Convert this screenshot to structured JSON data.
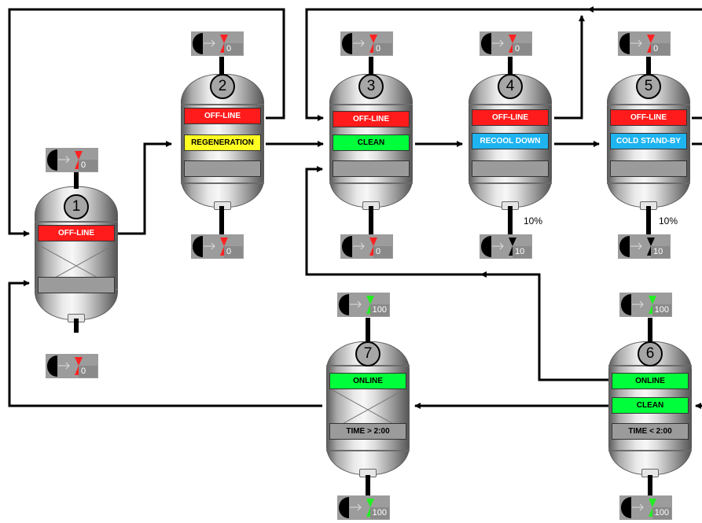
{
  "colors": {
    "offline": "#ff1b1b",
    "regeneration": "#ffff22",
    "online": "#00ff3a",
    "cooldown": "#1db4f0",
    "valve_open": "#22ee22",
    "valve_closed": "#ff2222",
    "valve_throttled": "#000000"
  },
  "vessels": [
    {
      "number": "1",
      "status": "OFF-LINE",
      "step": "",
      "extra": ""
    },
    {
      "number": "2",
      "status": "OFF-LINE",
      "step": "REGENERATION",
      "extra": ""
    },
    {
      "number": "3",
      "status": "OFF-LINE",
      "step": "CLEAN",
      "extra": ""
    },
    {
      "number": "4",
      "status": "OFF-LINE",
      "step": "RECOOL DOWN",
      "extra": "",
      "outlet_percent": "10%"
    },
    {
      "number": "5",
      "status": "OFF-LINE",
      "step": "COLD STAND-BY",
      "extra": "",
      "outlet_percent": "10%"
    },
    {
      "number": "6",
      "status": "ONLINE",
      "step": "CLEAN",
      "extra": "TIME < 2:00"
    },
    {
      "number": "7",
      "status": "ONLINE",
      "step": "",
      "extra": "TIME > 2:00"
    }
  ],
  "valves": {
    "v1_top": {
      "value": "0",
      "state": "closed"
    },
    "v1_bottom": {
      "value": "0",
      "state": "closed"
    },
    "v2_top": {
      "value": "0",
      "state": "closed"
    },
    "v2_bottom": {
      "value": "0",
      "state": "closed"
    },
    "v3_top": {
      "value": "0",
      "state": "closed"
    },
    "v3_bottom": {
      "value": "0",
      "state": "closed"
    },
    "v4_top": {
      "value": "0",
      "state": "closed"
    },
    "v4_bottom": {
      "value": "10",
      "state": "throttled"
    },
    "v5_top": {
      "value": "0",
      "state": "closed"
    },
    "v5_bottom": {
      "value": "10",
      "state": "throttled"
    },
    "v6_top": {
      "value": "100",
      "state": "open"
    },
    "v6_bottom": {
      "value": "100",
      "state": "open"
    },
    "v7_top": {
      "value": "100",
      "state": "open"
    },
    "v7_bottom": {
      "value": "100",
      "state": "open"
    }
  }
}
